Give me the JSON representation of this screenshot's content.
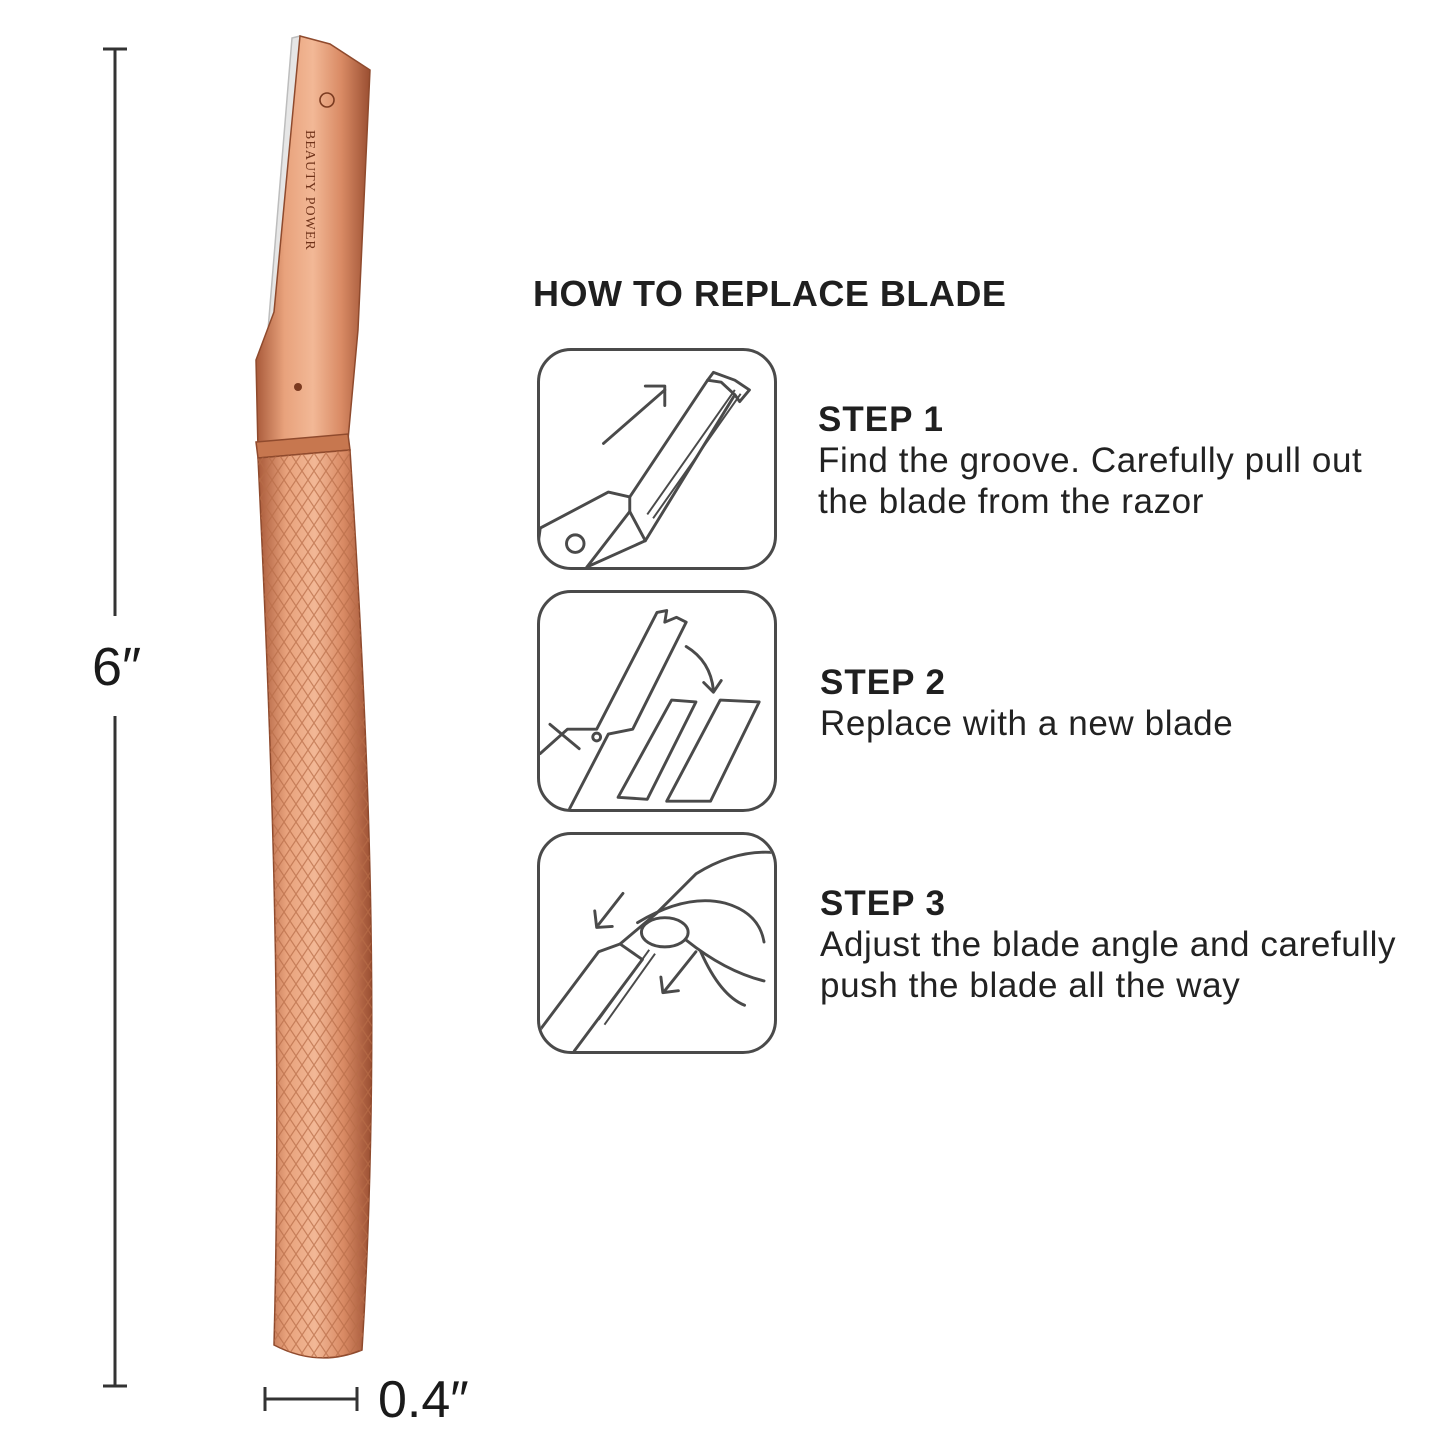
{
  "product": {
    "brand_engraving": "BEAUTY POWER",
    "colors": {
      "rose_gold": "#d98a64",
      "rose_gold_dark": "#a95a3a",
      "rose_gold_light": "#f2b896",
      "blade": "#e6e6e6",
      "icon_stroke": "#4a4a4a"
    }
  },
  "dimensions": {
    "length_label": "6″",
    "width_label": "0.4″"
  },
  "instructions": {
    "heading": "HOW TO REPLACE BLADE",
    "steps": [
      {
        "title": "STEP 1",
        "description": "Find the groove. Carefully pull out the blade from the razor",
        "icon": "pull-blade-icon"
      },
      {
        "title": "STEP 2",
        "description": "Replace with a new blade",
        "icon": "replace-blade-icon"
      },
      {
        "title": "STEP 3",
        "description": "Adjust the blade angle and carefully push the blade all the way",
        "icon": "push-blade-icon"
      }
    ]
  }
}
